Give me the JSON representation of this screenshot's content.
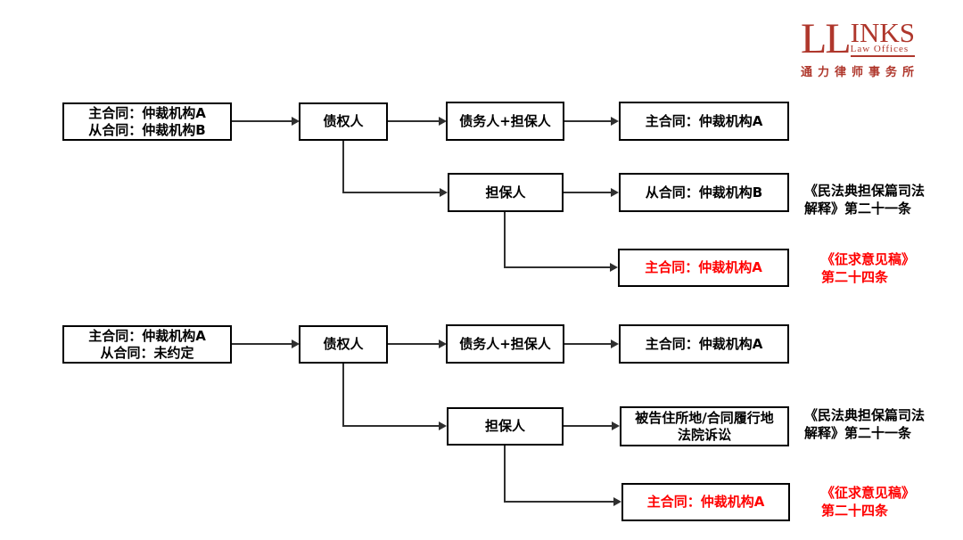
{
  "page": {
    "background": "#ffffff"
  },
  "logo": {
    "ll": "LL",
    "inks": "INKS",
    "subtitle": "Law Offices",
    "chinese": "通力律师事务所",
    "brand_color": "#AF372C"
  },
  "colors": {
    "highlight_red": "#FF0000",
    "line": "#2F2F2F",
    "text": "#000000"
  },
  "flows": [
    {
      "source": {
        "line1": "主合同：仲裁机构A",
        "line2": "从合同：仲裁机构B"
      },
      "creditor": "债权人",
      "debtor_guarantor": "债务人+担保人",
      "main_result": "主合同：仲裁机构A",
      "guarantor": "担保人",
      "guarantor_result": {
        "line1": "从合同：仲裁机构B"
      },
      "highlight_result": "主合同：仲裁机构A",
      "annotation_rule": {
        "line1": "《民法典担保篇司法",
        "line2": "解释》第二十一条"
      },
      "annotation_draft": {
        "line1": "《征求意见稿》",
        "line2": "第二十四条"
      }
    },
    {
      "source": {
        "line1": "主合同：仲裁机构A",
        "line2": "从合同：未约定"
      },
      "creditor": "债权人",
      "debtor_guarantor": "债务人+担保人",
      "main_result": "主合同：仲裁机构A",
      "guarantor": "担保人",
      "guarantor_result": {
        "line1": "被告住所地/合同履行地",
        "line2": "法院诉讼"
      },
      "highlight_result": "主合同：仲裁机构A",
      "annotation_rule": {
        "line1": "《民法典担保篇司法",
        "line2": "解释》第二十一条"
      },
      "annotation_draft": {
        "line1": "《征求意见稿》",
        "line2": "第二十四条"
      }
    }
  ]
}
